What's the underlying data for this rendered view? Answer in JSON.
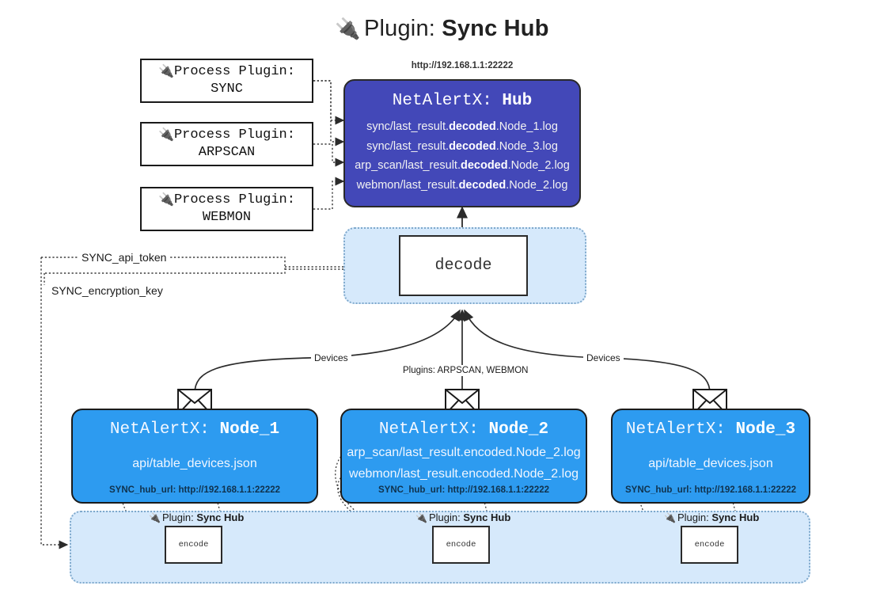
{
  "page": {
    "title_icon": "plug-icon",
    "title_prefix": "Plugin: ",
    "title_name": "Sync Hub"
  },
  "process_plugins": [
    {
      "icon": "plug-icon",
      "line1": "Process Plugin:",
      "line2": "SYNC"
    },
    {
      "icon": "plug-icon",
      "line1": "Process Plugin:",
      "line2": "ARPSCAN"
    },
    {
      "icon": "plug-icon",
      "line1": "Process Plugin:",
      "line2": "WEBMON"
    }
  ],
  "hub": {
    "url": "http://192.168.1.1:22222",
    "title_prefix": "NetAlertX: ",
    "title_name": "Hub",
    "color": "#4348b8",
    "logs": [
      {
        "pre": "sync/last_result.",
        "strong": "decoded",
        "post": ".Node_1.log"
      },
      {
        "pre": "sync/last_result.",
        "strong": "decoded",
        "post": ".Node_3.log"
      },
      {
        "pre": "arp_scan/last_result.",
        "strong": "decoded",
        "post": ".Node_2.log"
      },
      {
        "pre": "webmon/last_result.",
        "strong": "decoded",
        "post": ".Node_2.log"
      }
    ]
  },
  "decode_zone": {
    "box_label": "decode",
    "fill": "#d6e9fb"
  },
  "secrets": {
    "api_token": "SYNC_api_token",
    "encryption_key": "SYNC_encryption_key"
  },
  "edge_labels": {
    "devices_left": "Devices",
    "devices_right": "Devices",
    "plugins_center": "Plugins: ARPSCAN, WEBMON"
  },
  "nodes": [
    {
      "title_prefix": "NetAlertX: ",
      "title_name": "Node_1",
      "lines": [
        "api/table_devices.json"
      ],
      "footer": "SYNC_hub_url: http://192.168.1.1:22222",
      "color": "#2d9bf0",
      "envelope_icon": "envelope-icon"
    },
    {
      "title_prefix": "NetAlertX: ",
      "title_name": "Node_2",
      "lines": [
        "arp_scan/last_result.encoded.Node_2.log",
        "webmon/last_result.encoded.Node_2.log"
      ],
      "footer": "SYNC_hub_url: http://192.168.1.1:22222",
      "color": "#2d9bf0",
      "envelope_icon": "envelope-icon"
    },
    {
      "title_prefix": "NetAlertX: ",
      "title_name": "Node_3",
      "lines": [
        "api/table_devices.json"
      ],
      "footer": "SYNC_hub_url: http://192.168.1.1:22222",
      "color": "#2d9bf0",
      "envelope_icon": "envelope-icon"
    }
  ],
  "encode_zone": {
    "fill": "#d6e9fb",
    "plugins": [
      {
        "icon": "plug-icon",
        "prefix": "Plugin: ",
        "name": "Sync Hub",
        "box_label": "encode"
      },
      {
        "icon": "plug-icon",
        "prefix": "Plugin: ",
        "name": "Sync Hub",
        "box_label": "encode"
      },
      {
        "icon": "plug-icon",
        "prefix": "Plugin: ",
        "name": "Sync Hub",
        "box_label": "encode"
      }
    ]
  }
}
